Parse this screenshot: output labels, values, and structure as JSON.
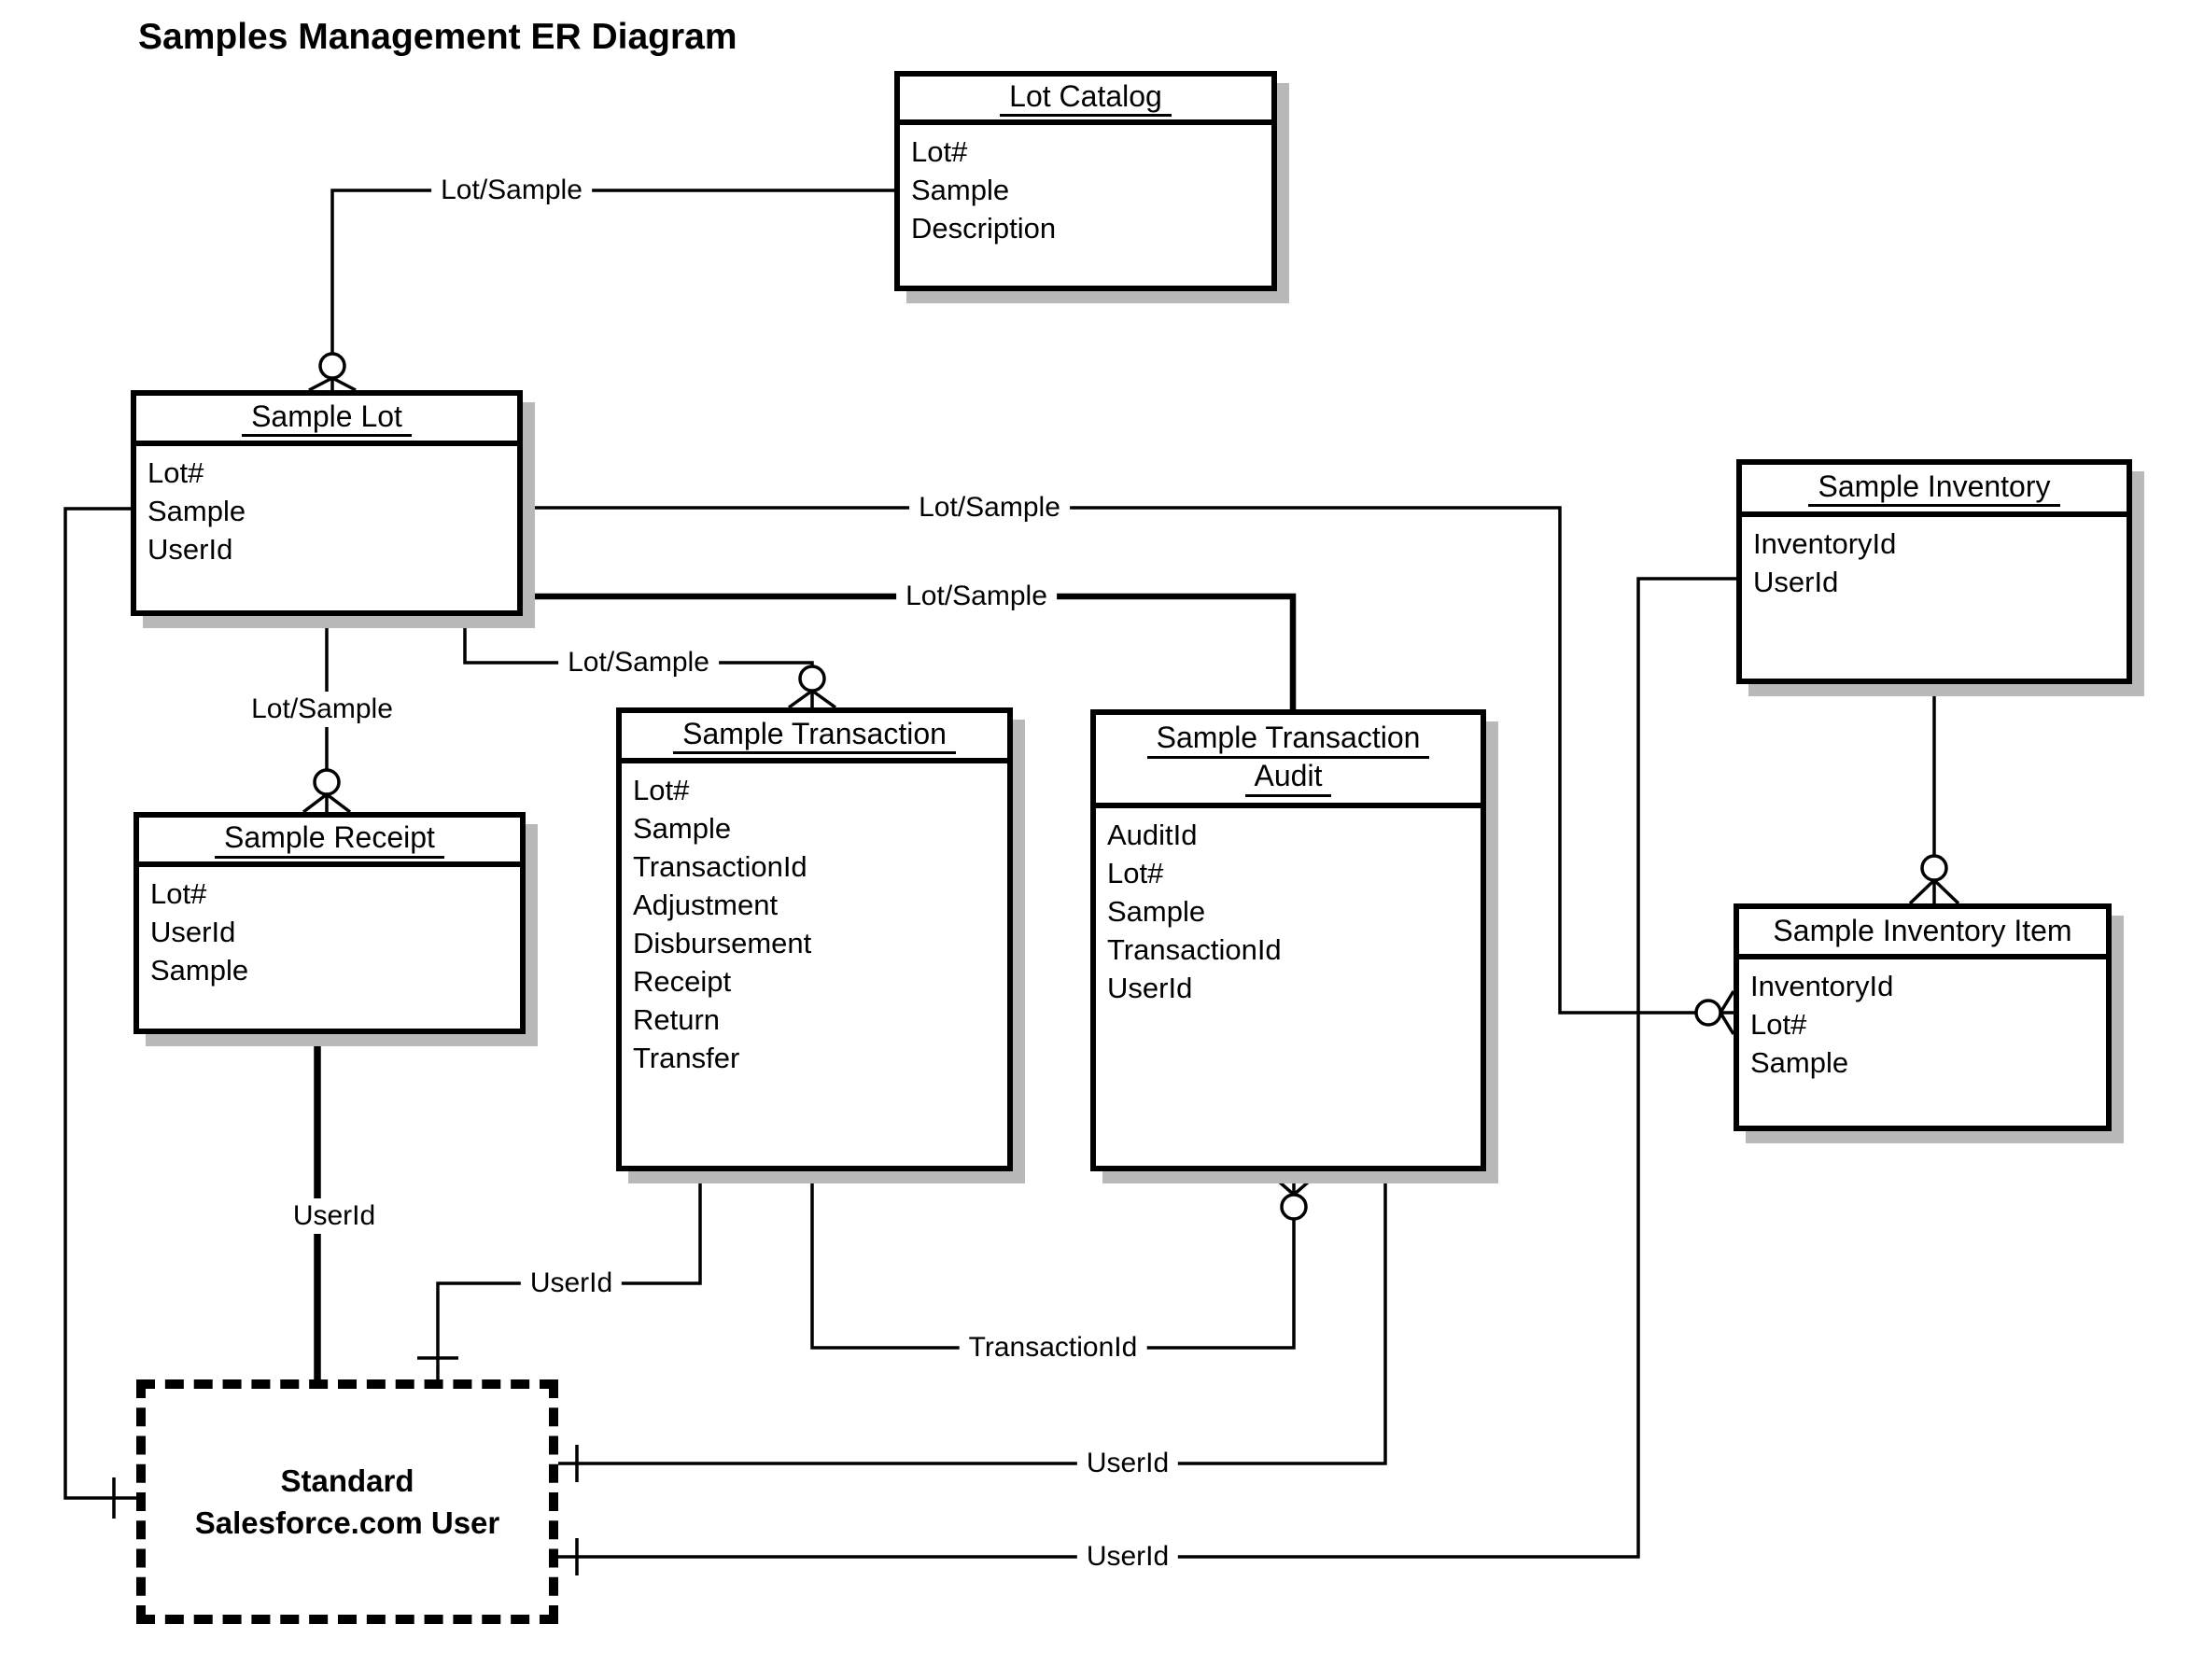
{
  "diagram": {
    "title": "Samples Management ER Diagram"
  },
  "colors": {
    "line": "#000000",
    "shadow": "#b9b9b9",
    "background": "#ffffff"
  },
  "entities": [
    {
      "id": "lot-catalog",
      "title": "Lot Catalog",
      "underlined": true,
      "attributes": [
        "Lot#",
        "Sample",
        "Description"
      ]
    },
    {
      "id": "sample-lot",
      "title": "Sample Lot",
      "underlined": true,
      "attributes": [
        "Lot#",
        "Sample",
        "UserId"
      ]
    },
    {
      "id": "sample-receipt",
      "title": "Sample Receipt",
      "underlined": true,
      "attributes": [
        "Lot#",
        "UserId",
        "Sample"
      ]
    },
    {
      "id": "sample-transaction",
      "title": "Sample Transaction",
      "underlined": true,
      "attributes": [
        "Lot#",
        "Sample",
        "TransactionId",
        "Adjustment",
        "Disbursement",
        "Receipt",
        "Return",
        "Transfer"
      ]
    },
    {
      "id": "sample-transaction-audit",
      "title_lines": [
        "Sample Transaction",
        "Audit"
      ],
      "underlined": true,
      "attributes": [
        "AuditId",
        "Lot#",
        "Sample",
        "TransactionId",
        "UserId"
      ]
    },
    {
      "id": "sample-inventory",
      "title": "Sample Inventory",
      "underlined": true,
      "attributes": [
        "InventoryId",
        "UserId"
      ]
    },
    {
      "id": "sample-inventory-item",
      "title": "Sample Inventory Item",
      "underlined": false,
      "attributes": [
        "InventoryId",
        "Lot#",
        "Sample"
      ]
    },
    {
      "id": "standard-user",
      "title_lines": [
        "Standard",
        "Salesforce.com User"
      ]
    }
  ],
  "connector_labels": {
    "lot_catalog_link": "Lot/Sample",
    "inventory_item_link": "Lot/Sample",
    "audit_link": "Lot/Sample",
    "receipt_link": "Lot/Sample",
    "transaction_link": "Lot/Sample",
    "receipt_user": "UserId",
    "transaction_user": "UserId",
    "audit_user": "UserId",
    "inventory_user": "UserId",
    "transaction_audit": "TransactionId"
  }
}
